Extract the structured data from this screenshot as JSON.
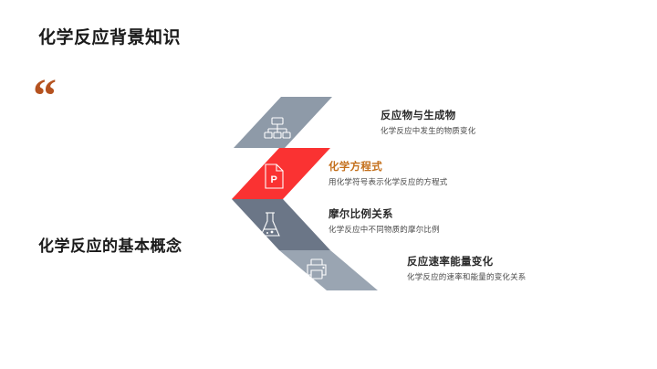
{
  "slide": {
    "title": "化学反应背景知识",
    "quote_glyph": "“",
    "section_heading": "化学反应的基本概念",
    "background_color": "#ffffff",
    "accent_color": "#c4701c",
    "quote_color": "#b5521f"
  },
  "chevron": {
    "bands": [
      {
        "icon": "org-chart-icon",
        "color": "#8e9aa8"
      },
      {
        "icon": "presentation-file-icon",
        "color": "#fa3232"
      },
      {
        "icon": "flask-icon",
        "color": "#6b7687"
      },
      {
        "icon": "printer-icon",
        "color": "#9aa5b2"
      }
    ]
  },
  "items": [
    {
      "title": "反应物与生成物",
      "desc": "化学反应中发生的物质变化",
      "highlighted": false
    },
    {
      "title": "化学方程式",
      "desc": "用化学符号表示化学反应的方程式",
      "highlighted": true
    },
    {
      "title": "摩尔比例关系",
      "desc": "化学反应中不同物质的摩尔比例",
      "highlighted": false
    },
    {
      "title": "反应速率能量变化",
      "desc": "化学反应的速率和能量的变化关系",
      "highlighted": false
    }
  ]
}
